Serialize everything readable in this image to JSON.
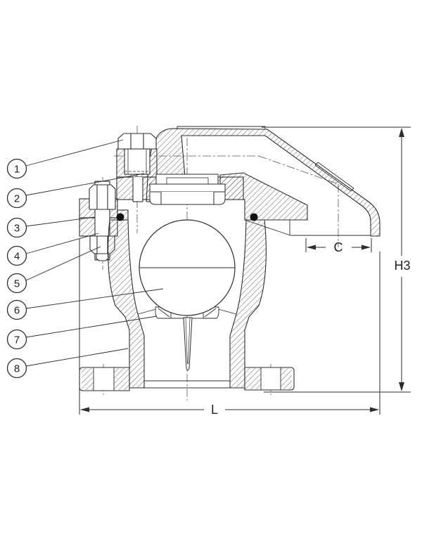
{
  "drawing": {
    "kind": "sectional technical drawing of a valve",
    "callouts": [
      {
        "number": "1"
      },
      {
        "number": "2"
      },
      {
        "number": "3"
      },
      {
        "number": "4"
      },
      {
        "number": "5"
      },
      {
        "number": "6"
      },
      {
        "number": "7"
      },
      {
        "number": "8"
      }
    ],
    "dimensions": {
      "outlet_width_label": "C",
      "height_label": "H3",
      "length_label": "L"
    },
    "colors": {
      "line": "#2d2d2d",
      "hatch": "#4a4a4a",
      "background": "#ffffff",
      "seal_marker": "#111111"
    }
  }
}
